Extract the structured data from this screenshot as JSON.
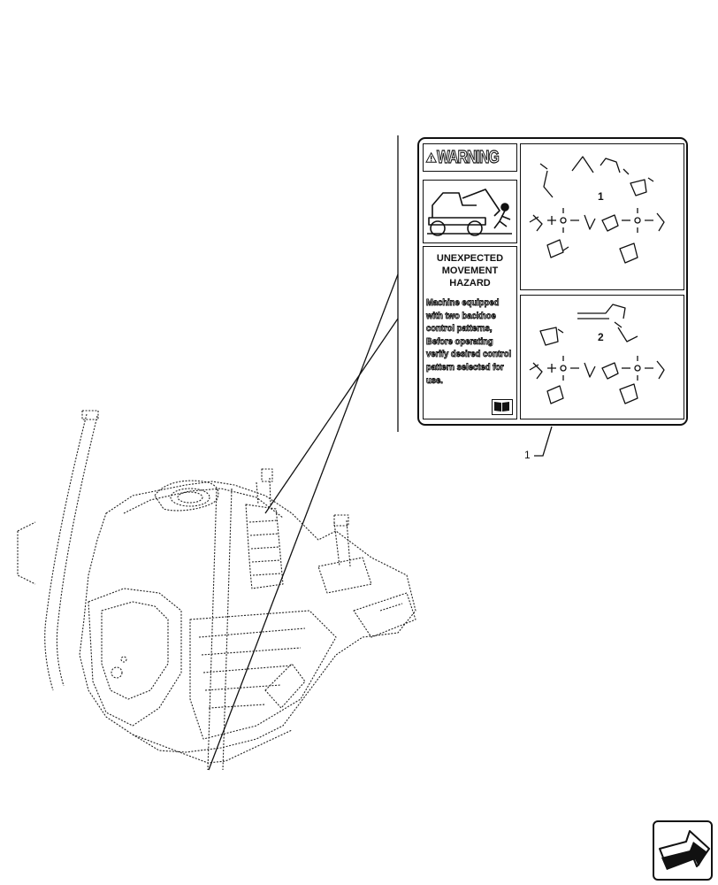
{
  "decal": {
    "warning_word": "WARNING",
    "hazard_title": [
      "UNEXPECTED",
      "MOVEMENT",
      "HAZARD"
    ],
    "hazard_body": [
      "Machine equipped",
      "with two backhoe",
      "control patterns,",
      "Before operating",
      "verify desired control",
      "pattern selected for",
      "use."
    ],
    "pattern_numbers": [
      "1",
      "2"
    ]
  },
  "callout_number": "1",
  "icons": [
    "warning-triangle-icon",
    "manual-book-icon",
    "next-page-arrow-icon"
  ]
}
